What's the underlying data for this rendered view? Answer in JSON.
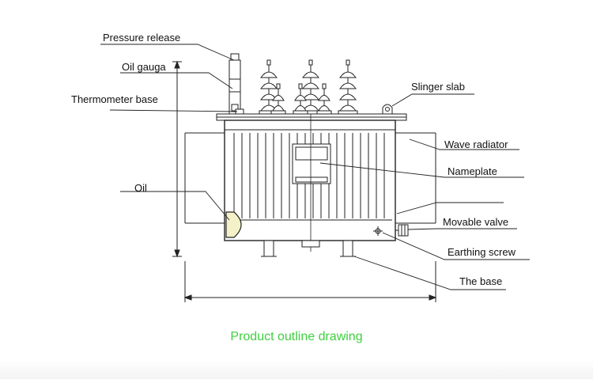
{
  "diagram": {
    "labels": {
      "pressure_release": "Pressure release",
      "oil_gauga": "Oil gauga",
      "thermometer_base": "Thermometer base",
      "oil": "Oil",
      "slinger_slab": "Slinger slab",
      "wave_radiator": "Wave radiator",
      "nameplate": "Nameplate",
      "movable_valve": "Movable valve",
      "earthing_screw": "Earthing screw",
      "the_base": "The base"
    },
    "caption": "Product outline drawing"
  },
  "colors": {
    "line": "#222222",
    "caption": "#3fcf3f",
    "oil_fill": "#f4f0c8"
  }
}
